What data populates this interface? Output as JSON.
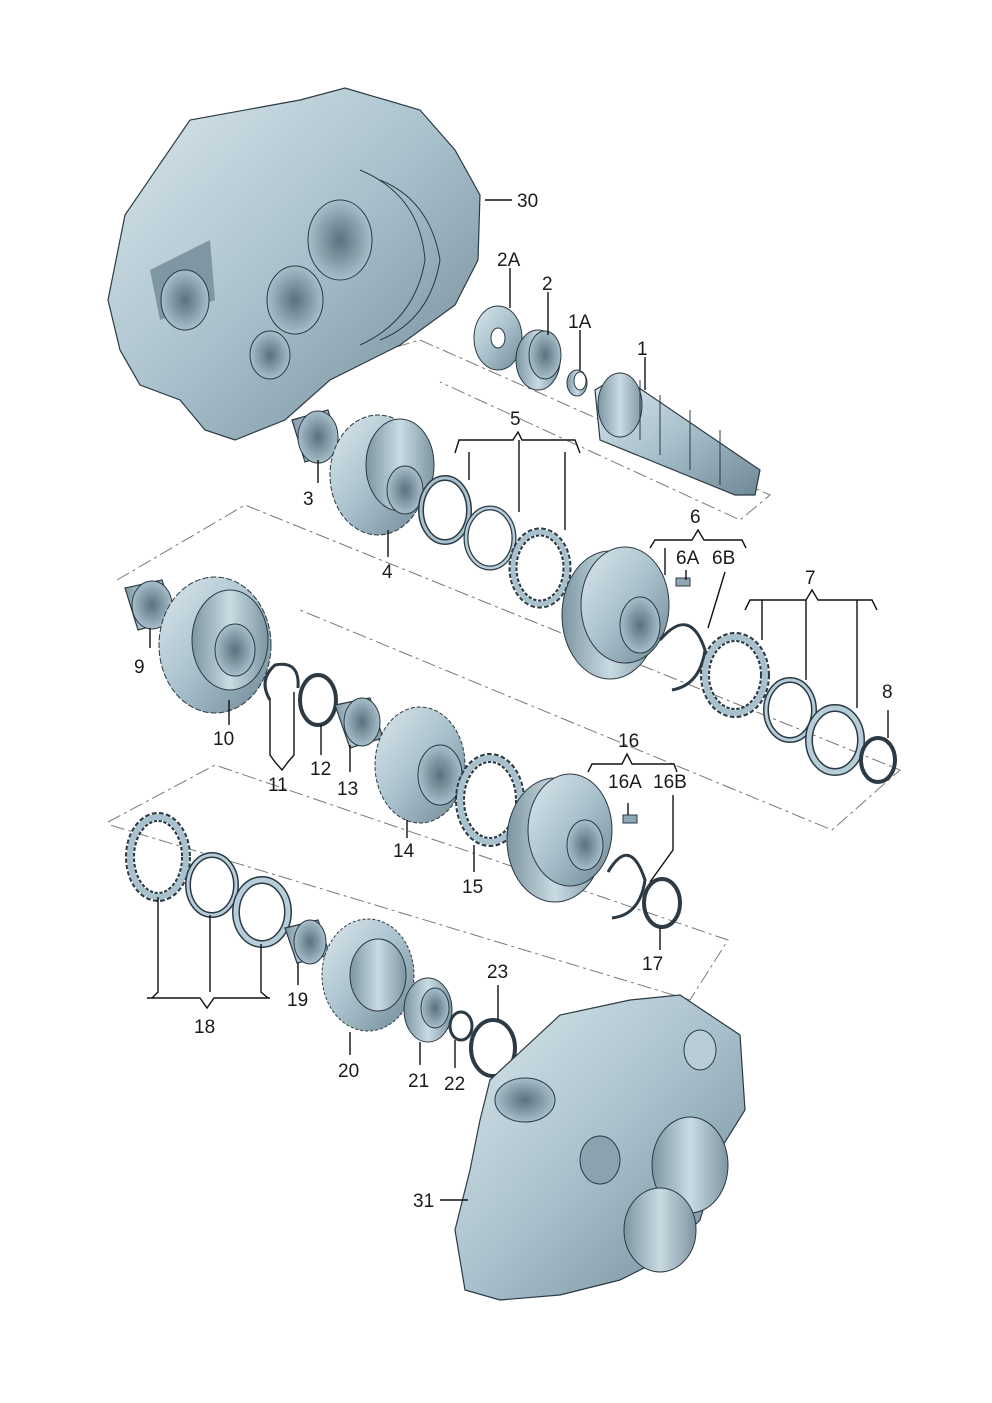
{
  "diagram": {
    "colors": {
      "part_fill": "#9fb8c4",
      "part_light": "#d4e2e9",
      "part_dark": "#5f7784",
      "line": "#111111",
      "background": "#ffffff"
    },
    "labels": {
      "l30": "30",
      "l2A": "2A",
      "l2": "2",
      "l1A": "1A",
      "l1": "1",
      "l5": "5",
      "l3": "3",
      "l4": "4",
      "l6": "6",
      "l6A": "6A",
      "l6B": "6B",
      "l7": "7",
      "l8": "8",
      "l9": "9",
      "l10": "10",
      "l11": "11",
      "l12": "12",
      "l13": "13",
      "l14": "14",
      "l15": "15",
      "l16": "16",
      "l16A": "16A",
      "l16B": "16B",
      "l17": "17",
      "l18": "18",
      "l19": "19",
      "l20": "20",
      "l21": "21",
      "l22": "22",
      "l23": "23",
      "l31": "31"
    }
  }
}
